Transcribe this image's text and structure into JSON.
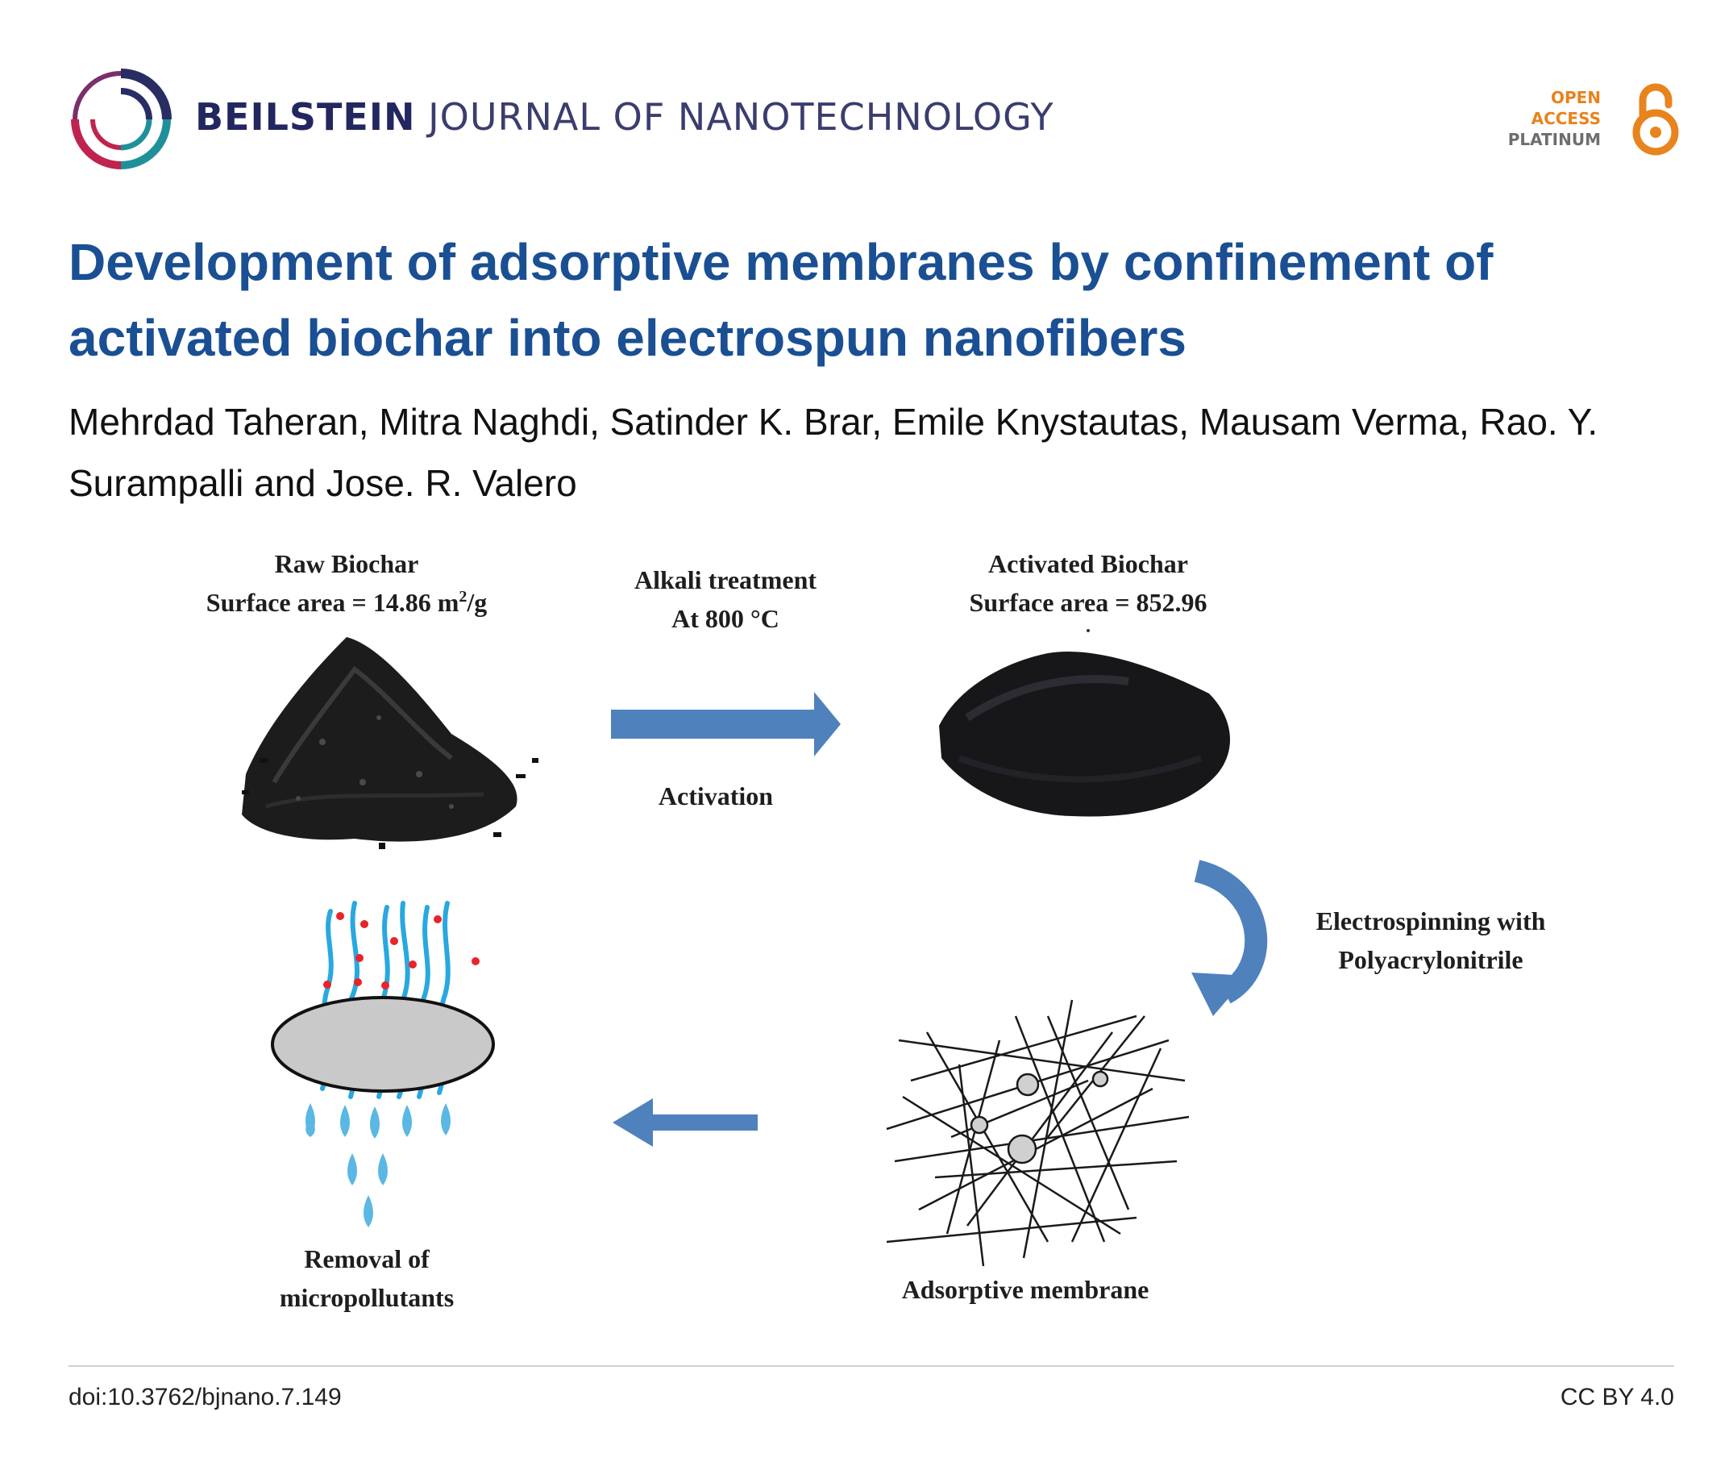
{
  "header": {
    "journal_bold": "BEILSTEIN",
    "journal_rest": "JOURNAL OF NANOTECHNOLOGY",
    "oa_line1": "OPEN",
    "oa_line2": "ACCESS",
    "oa_line3": "PLATINUM"
  },
  "article": {
    "title": "Development of adsorptive membranes by confinement of activated biochar into electrospun nanofibers",
    "authors": "Mehrdad Taheran, Mitra Naghdi, Satinder K. Brar, Emile Knystautas, Mausam Verma, Rao. Y. Surampalli and Jose. R. Valero"
  },
  "figure": {
    "raw_label": "Raw Biochar",
    "raw_area_prefix": "Surface area = 14.86 m",
    "raw_area_sup": "2",
    "raw_area_suffix": "/g",
    "treatment_line1": "Alkali treatment",
    "treatment_line2": "At 800 °C",
    "activation": "Activation",
    "activated_label": "Activated Biochar",
    "activated_area": "Surface area = 852.96",
    "electro_line1": "Electrospinning with",
    "electro_line2": "Polyacrylonitrile",
    "membrane_label": "Adsorptive membrane",
    "removal_line1": "Removal of",
    "removal_line2": "micropollutants"
  },
  "footer": {
    "doi": "doi:10.3762/bjnano.7.149",
    "license": "CC BY 4.0"
  },
  "colors": {
    "title": "#1a4f94",
    "arrow": "#4f81bd",
    "oa_orange": "#e8831d",
    "fiber": "#29a8e0",
    "pollutant": "#e8232a"
  }
}
